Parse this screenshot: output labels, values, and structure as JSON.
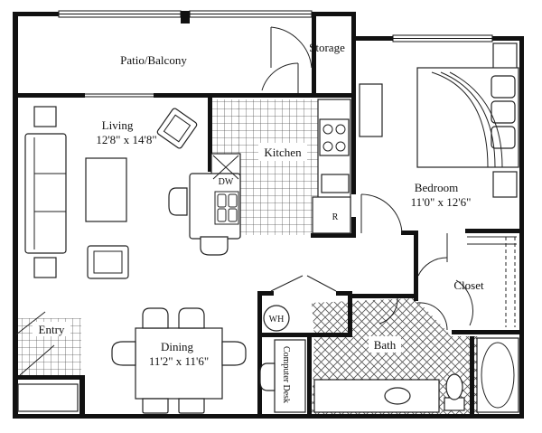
{
  "rooms": {
    "patio": {
      "name": "Patio/Balcony"
    },
    "storage": {
      "name": "Storage"
    },
    "living": {
      "name": "Living",
      "dims": "12'8\" x 14'8\""
    },
    "kitchen": {
      "name": "Kitchen"
    },
    "bedroom": {
      "name": "Bedroom",
      "dims": "11'0\" x 12'6\""
    },
    "closet": {
      "name": "Closet"
    },
    "entry": {
      "name": "Entry"
    },
    "dining": {
      "name": "Dining",
      "dims": "11'2\" x 11'6\""
    },
    "bath": {
      "name": "Bath"
    }
  },
  "fixtures": {
    "dishwasher": "DW",
    "refrigerator": "R",
    "water_heater": "WH",
    "computer_desk": "Computer Desk"
  },
  "colors": {
    "walls": "#111111",
    "background": "#ffffff",
    "tile_grid": "#555555"
  }
}
